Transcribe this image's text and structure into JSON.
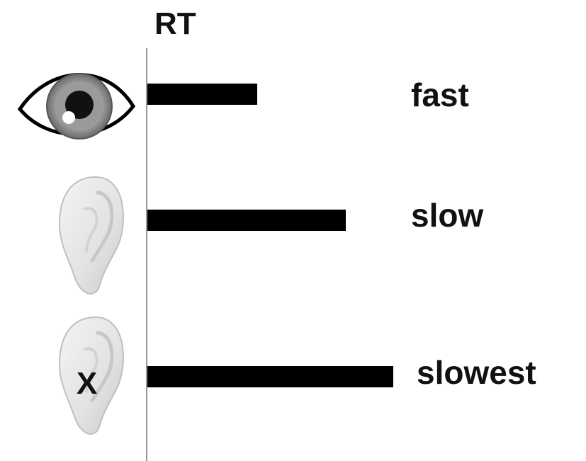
{
  "axis_label": "RT",
  "colors": {
    "bar": "#000000",
    "axis": "#999999",
    "text": "#111111"
  },
  "rows": [
    {
      "icon": "eye-icon",
      "label": "fast",
      "bar_value": 155,
      "marker": ""
    },
    {
      "icon": "ear-icon",
      "label": "slow",
      "bar_value": 280,
      "marker": ""
    },
    {
      "icon": "ear-icon",
      "label": "slowest",
      "bar_value": 347,
      "marker": "X"
    }
  ]
}
